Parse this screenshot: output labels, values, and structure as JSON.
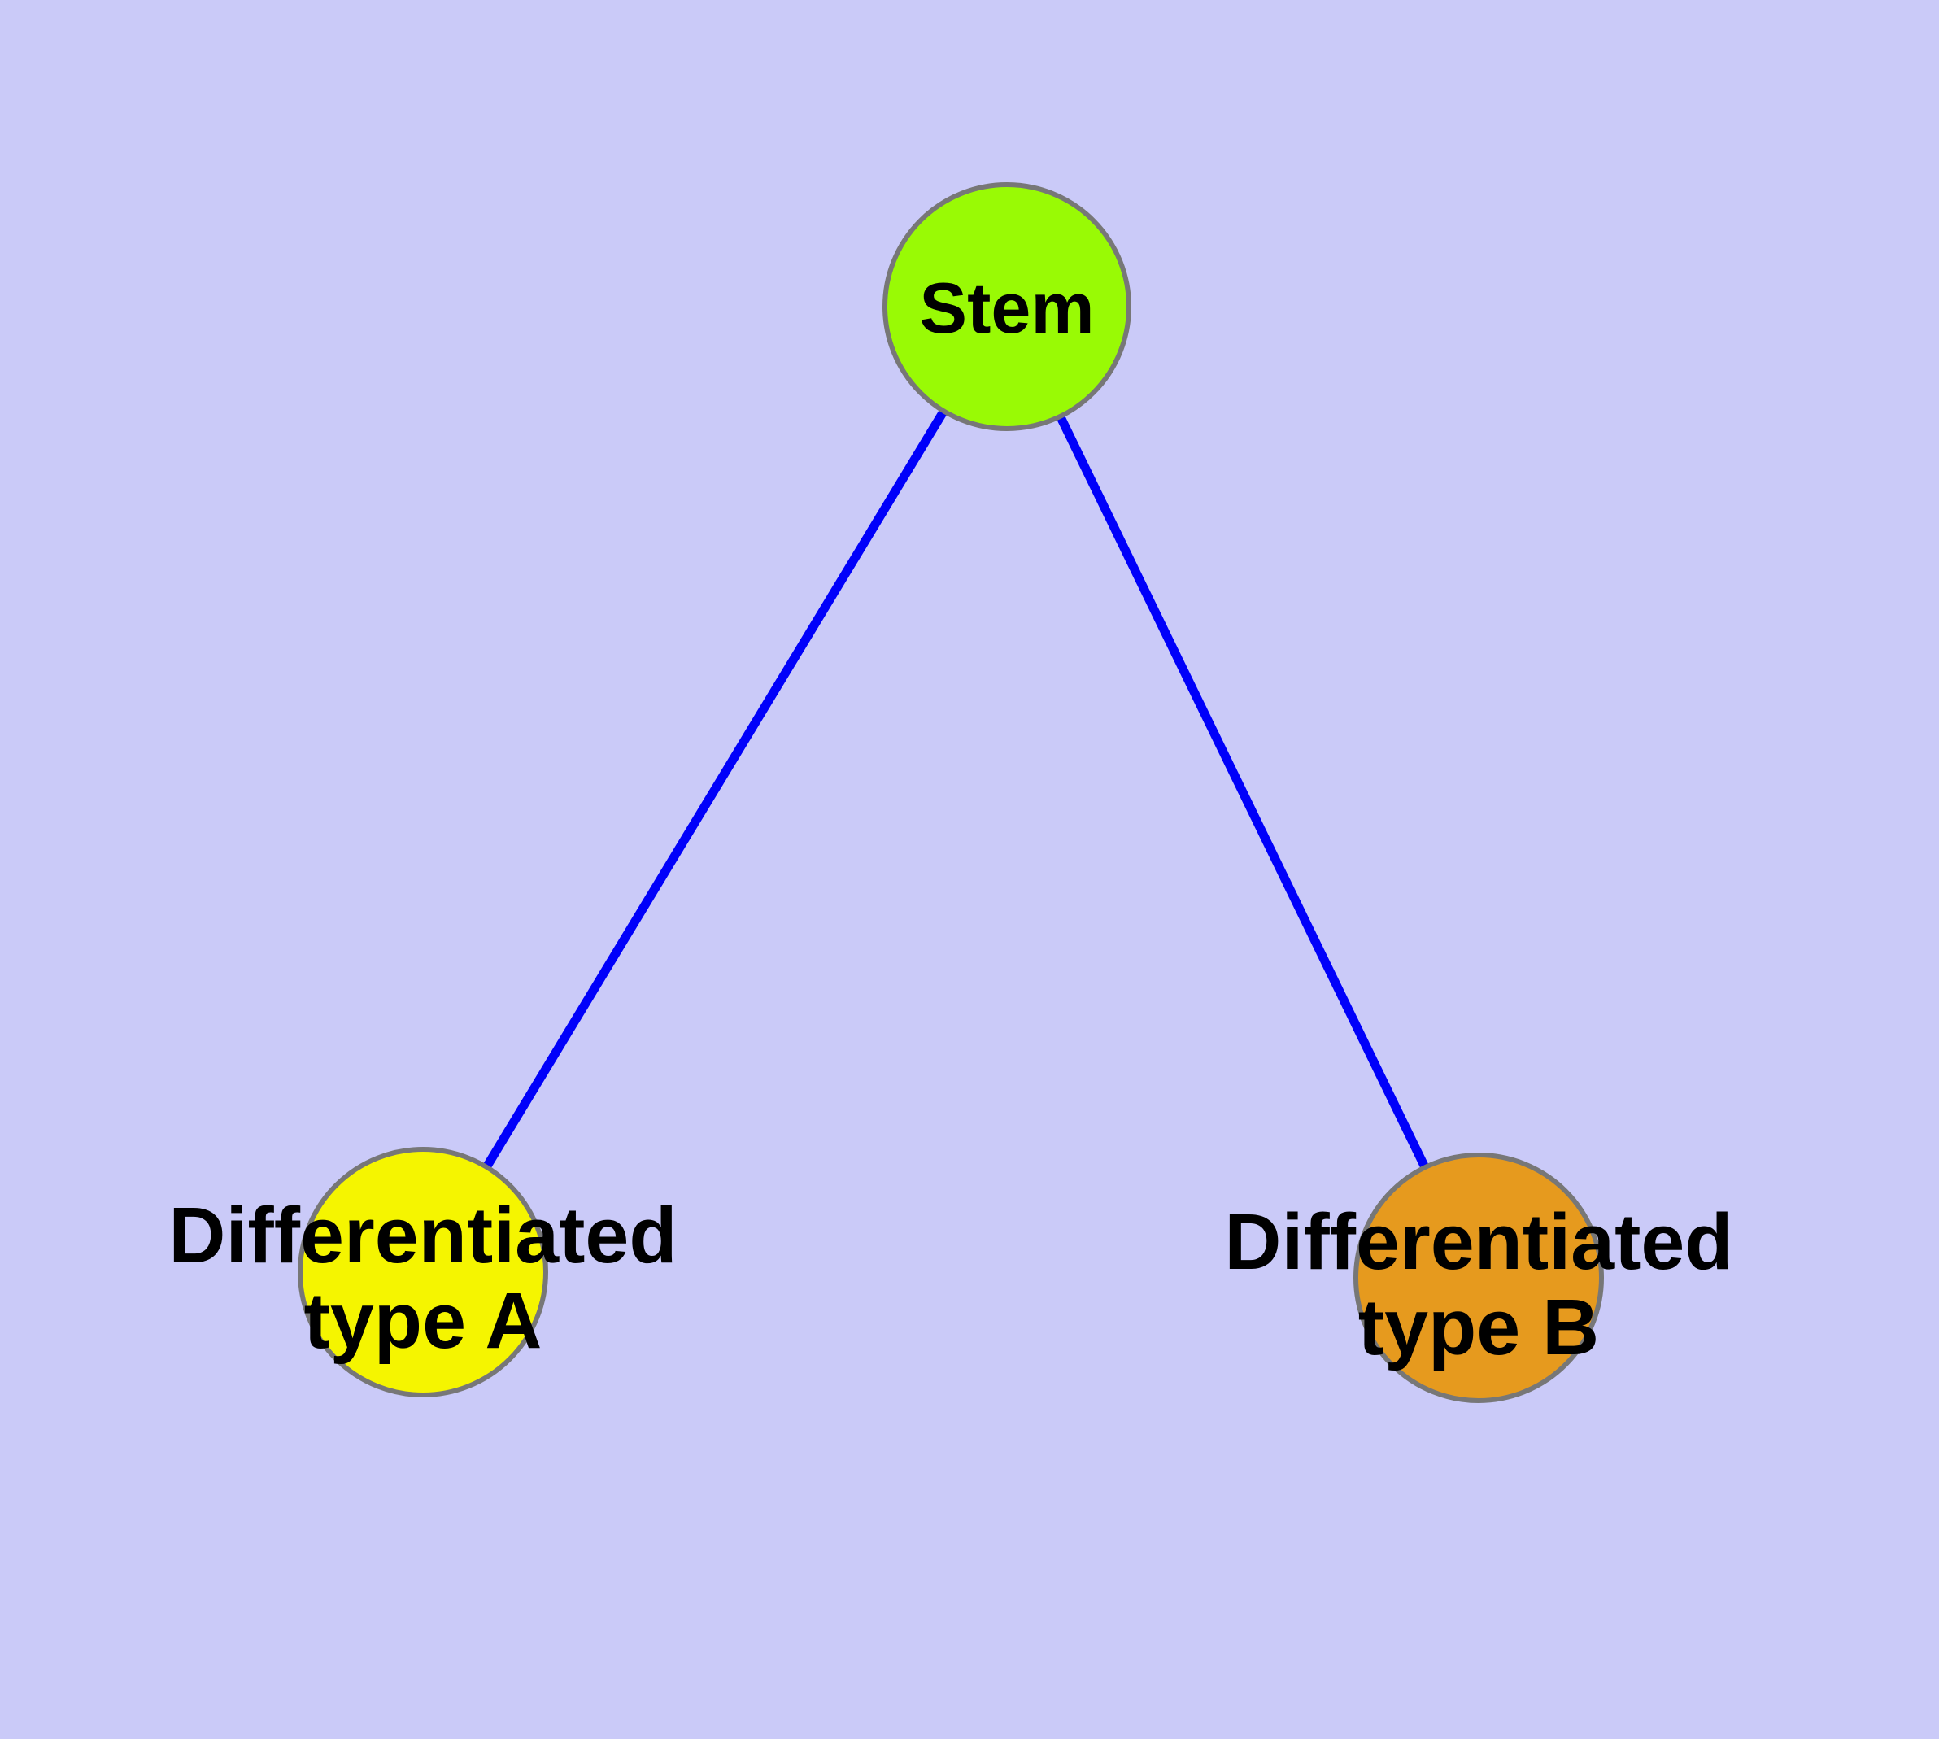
{
  "diagram": {
    "background_color": "#CACAF8",
    "edge_color": "#0000FA",
    "node_border_color": "#777777",
    "label_color": "#000000",
    "nodes": [
      {
        "id": "stem",
        "label": "Stem",
        "fill": "#99FA05"
      },
      {
        "id": "differentiated-type-a",
        "label": "Differentiated type A",
        "label_line1": "Differentiated",
        "label_line2": "type A",
        "fill": "#F5F500"
      },
      {
        "id": "differentiated-type-b",
        "label": "Differentiated type B",
        "label_line1": "Differentiated",
        "label_line2": "type B",
        "fill": "#E69A1E"
      }
    ],
    "edges": [
      {
        "from": "Stem",
        "to": "Differentiated type A"
      },
      {
        "from": "Stem",
        "to": "Differentiated type B"
      }
    ]
  }
}
